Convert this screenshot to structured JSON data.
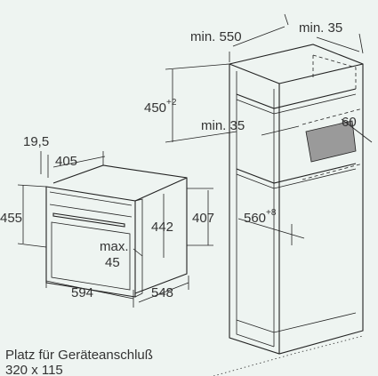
{
  "colors": {
    "background": "#eef4f1",
    "line": "#222222",
    "hatch": "#9a9a9a"
  },
  "labels": {
    "min550": "min. 550",
    "min35_top": "min. 35",
    "h450": "450",
    "h450_tol": "+2",
    "min35_mid": "min. 35",
    "d60": "60",
    "d560": "560",
    "d560_tol": "+8",
    "d19_5": "19,5",
    "d405": "405",
    "d455": "455",
    "d442": "442",
    "d407": "407",
    "max45_line1": "max.",
    "max45_line2": "45",
    "d594": "594",
    "d548": "548"
  },
  "note": {
    "line1": "Platz für Geräteanschluß",
    "line2": "320 x 115"
  }
}
